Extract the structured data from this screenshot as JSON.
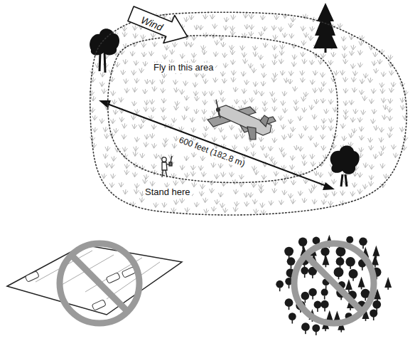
{
  "diagram": {
    "nodes": [
      {
        "text": [
          "Stand here"
        ]
      },
      {
        "text": [
          "Fly in this area"
        ],
        "in": 0
      },
      {
        "text": [
          "Wind"
        ]
      }
    ],
    "labels": [
      "600 feet (182.8 m)"
    ]
  }
}
